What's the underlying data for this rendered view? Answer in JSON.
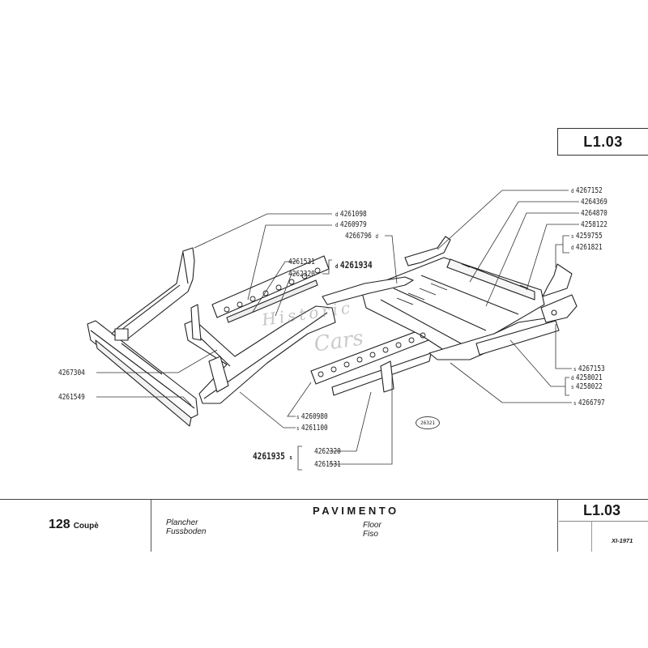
{
  "sheet": {
    "code": "L1.03",
    "stamp": "26321",
    "watermark_line1": "Historic",
    "watermark_line2": "Cars"
  },
  "labels": {
    "l4267152": {
      "side": "d",
      "number": "4267152"
    },
    "l4264369": {
      "side": "",
      "number": "4264369"
    },
    "l4264870": {
      "side": "",
      "number": "4264870"
    },
    "l4258122": {
      "side": "",
      "number": "4258122"
    },
    "l4259755": {
      "side": "s",
      "number": "4259755"
    },
    "l4261821": {
      "side": "d",
      "number": "4261821"
    },
    "l4267153": {
      "side": "s",
      "number": "4267153"
    },
    "l4258021": {
      "side": "d",
      "number": "4258021"
    },
    "l4258022": {
      "side": "s",
      "number": "4258022"
    },
    "l4266797": {
      "side": "s",
      "number": "4266797"
    },
    "l4261098": {
      "side": "d",
      "number": "4261098"
    },
    "l4260979": {
      "side": "d",
      "number": "4260979"
    },
    "l4266796": {
      "side": "d",
      "number": "4266796"
    },
    "l4261531a": {
      "side": "",
      "number": "4261531"
    },
    "l4262320a": {
      "side": "",
      "number": "4262320"
    },
    "l4261934": {
      "side": "d",
      "number": "4261934"
    },
    "l4267304": {
      "side": "",
      "number": "4267304"
    },
    "l4261549": {
      "side": "",
      "number": "4261549"
    },
    "l4260980": {
      "side": "s",
      "number": "4260980"
    },
    "l4261100": {
      "side": "s",
      "number": "4261100"
    },
    "l4261935": {
      "side": "s",
      "number": "4261935"
    },
    "l4262320b": {
      "side": "",
      "number": "4262320"
    },
    "l4261531b": {
      "side": "",
      "number": "4261531"
    }
  },
  "footer": {
    "model_number": "128",
    "model_name": "Coupè",
    "lang_fr": "Plancher",
    "lang_de": "Fussboden",
    "title": "PAVIMENTO",
    "lang_en": "Floor",
    "lang_es": "Fiso",
    "code": "L1.03",
    "date": "XI-1971"
  }
}
